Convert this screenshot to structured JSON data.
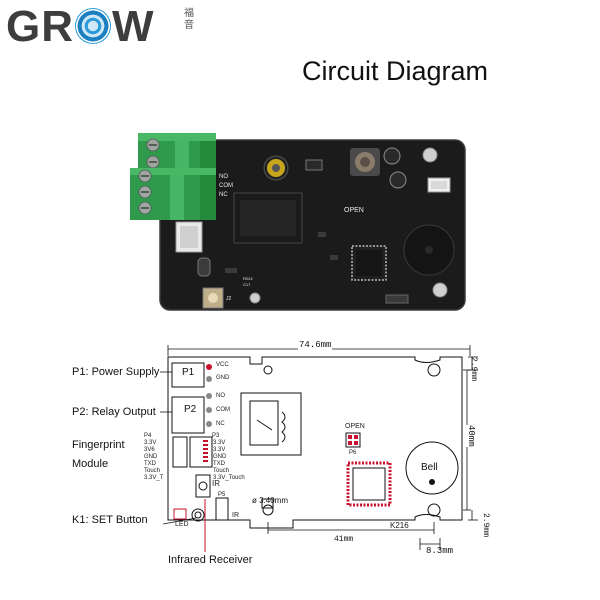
{
  "header": {
    "brand": "GROW",
    "seal_text": "福音",
    "title": "Circuit Diagram"
  },
  "photo_board": {
    "silk_no": "NO",
    "silk_com": "COM",
    "silk_nc": "NC",
    "silk_open": "OPEN",
    "silk_j2": "J2",
    "silk_r": "R024",
    "silk_c": "C17"
  },
  "diagram": {
    "labels": {
      "p1": "P1: Power Supply",
      "p2": "P2: Relay Output",
      "fp_line1": "Fingerprint",
      "fp_line2": "Module",
      "k1": "K1: SET Button",
      "ir_receiver": "Infrared Receiver"
    },
    "board": {
      "p1": "P1",
      "p2": "P2",
      "vcc": "VCC",
      "gnd": "GND",
      "no": "NO",
      "com": "COM",
      "nc": "NC",
      "p4": "P4",
      "p3": "P3",
      "p4_pins": [
        "3.3V",
        "3V6",
        "GND",
        "TXD",
        "Touch",
        "3.3V_T"
      ],
      "p3_pins": [
        "3.3V",
        "3.3V",
        "GND",
        "TXD",
        "Touch",
        "3.3V_Touch"
      ],
      "ir": "IR",
      "p5": "P5",
      "led": "LED",
      "open": "OPEN",
      "p6": "P6",
      "bell": "Bell",
      "k216": "K216"
    },
    "dimensions": {
      "width": "74.6mm",
      "height": "40mm",
      "top_offset": "2.9mm",
      "bottom_offset": "2.9mm",
      "hole_offset": "41mm",
      "hole_gap": "8.3mm",
      "hole_dia": "ø 3.40mm"
    }
  }
}
